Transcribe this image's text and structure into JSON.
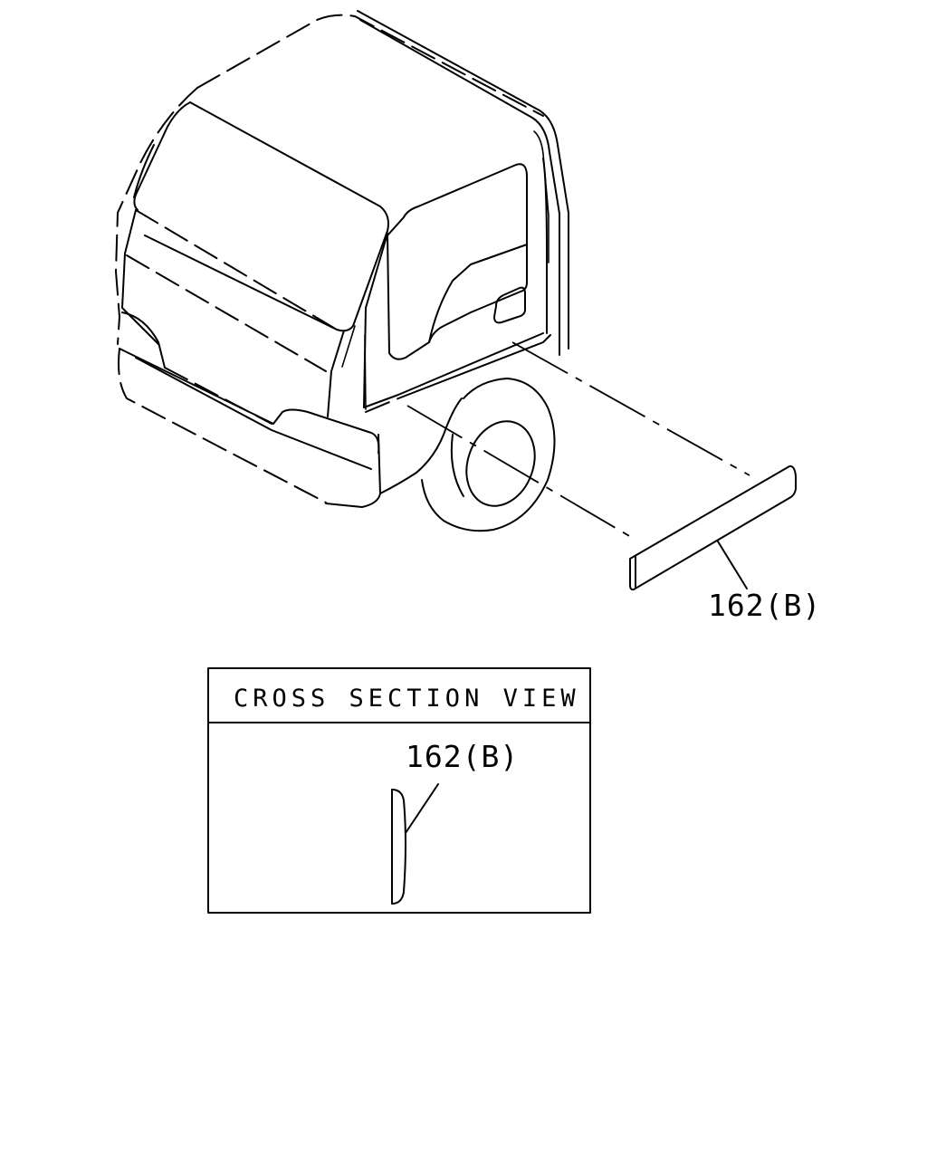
{
  "part_callout": {
    "label": "162(B)"
  },
  "cross_section": {
    "title": "CROSS SECTION VIEW",
    "part_label": "162(B)"
  },
  "colors": {
    "line": "#000000",
    "background": "#ffffff"
  }
}
